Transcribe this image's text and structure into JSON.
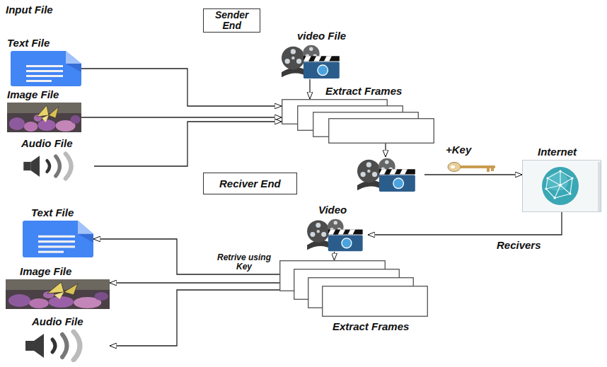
{
  "diagram": {
    "nodes": [
      {
        "text": [
          "Sender End"
        ]
      },
      {
        "text": [
          "Text File"
        ]
      },
      {
        "text": [
          "Image File"
        ]
      },
      {
        "text": [
          "Audio File"
        ]
      },
      {
        "text": [
          "video File"
        ]
      },
      {
        "text": [
          "Extract Frames"
        ]
      },
      {
        "text": []
      },
      {
        "text": [
          "Internet"
        ]
      },
      {
        "text": [
          "Reciver End"
        ]
      },
      {
        "text": [
          "Text File"
        ]
      },
      {
        "text": [
          "Video"
        ]
      },
      {
        "text": [
          "Image File"
        ]
      },
      {
        "text": [
          "Audio File"
        ]
      },
      {
        "text": [
          "Extract Frames"
        ]
      }
    ],
    "edges": [
      {
        "from": 1,
        "to": 5,
        "arrow": "to"
      },
      {
        "from": 2,
        "to": 5,
        "arrow": "to"
      },
      {
        "from": 3,
        "to": 5,
        "arrow": "to"
      },
      {
        "from": 4,
        "to": 5,
        "arrow": "to"
      },
      {
        "from": 5,
        "to": 6,
        "arrow": "to"
      },
      {
        "from": 6,
        "to": 7,
        "label": "+Key",
        "arrow": "to"
      },
      {
        "from": 7,
        "to": 10,
        "label": "Recivers",
        "arrow": "to"
      },
      {
        "from": 10,
        "to": 13,
        "arrow": "to"
      },
      {
        "from": 13,
        "to": 9,
        "label": "Retrive using Key",
        "arrow": "to"
      },
      {
        "from": 13,
        "to": 11,
        "arrow": "to"
      },
      {
        "from": 13,
        "to": 12,
        "arrow": "to"
      }
    ],
    "labels": [
      "Input File"
    ]
  }
}
